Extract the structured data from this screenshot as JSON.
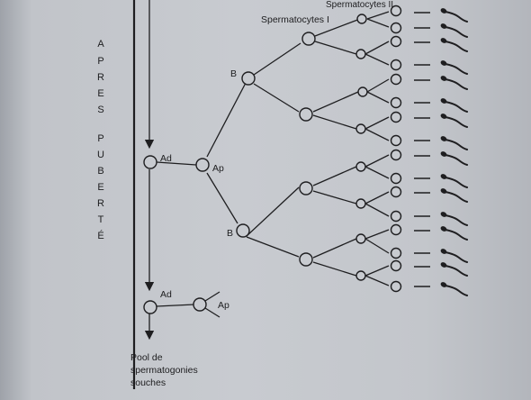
{
  "labels": {
    "spermatocytes_1": "Spermatocytes I",
    "spermatocytes_2": "Spermatocytes II",
    "ad_upper": "Ad",
    "ap_upper": "Ap",
    "ad_lower": "Ad",
    "ap_lower": "Ap",
    "b_upper": "B",
    "b_lower": "B",
    "pool_line1": "Pool de",
    "pool_line2": "spermatogonies",
    "pool_line3": "souches"
  },
  "vertical_text": {
    "apres": [
      "A",
      "P",
      "R",
      "E",
      "S"
    ],
    "puberte": [
      "P",
      "U",
      "B",
      "E",
      "R",
      "T",
      "É"
    ]
  }
}
